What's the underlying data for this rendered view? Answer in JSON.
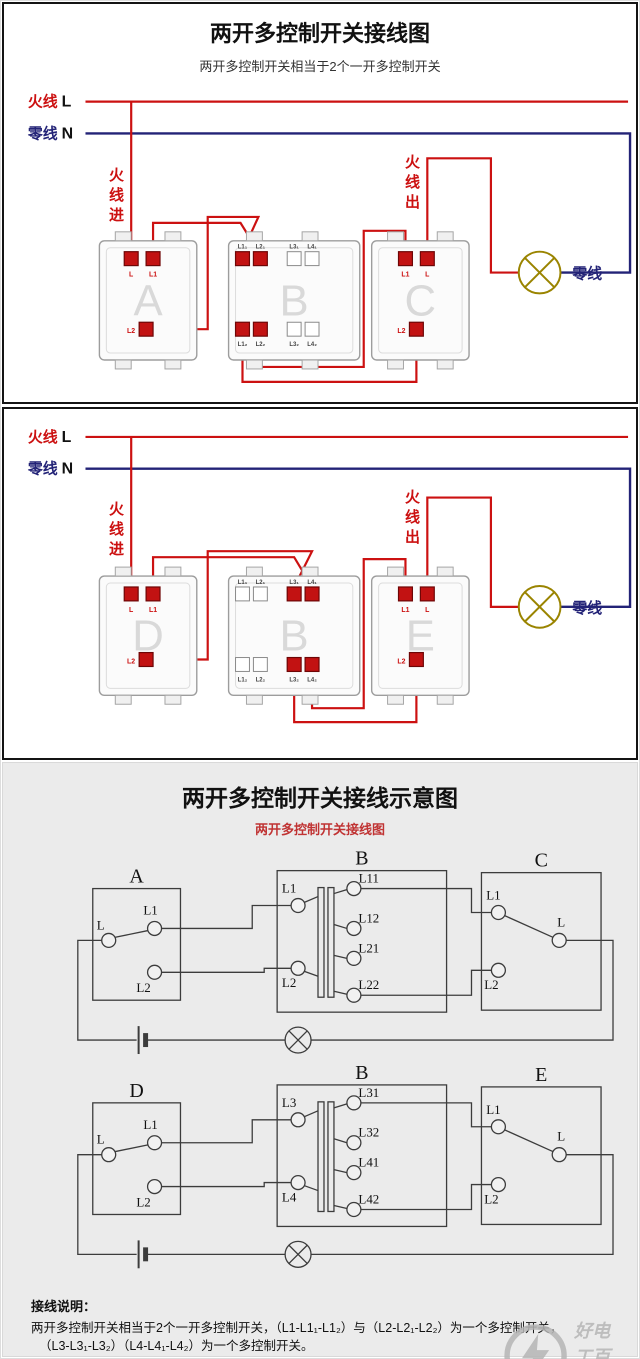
{
  "colors": {
    "live": "#cc1111",
    "neutral": "#232377",
    "lamp_outline": "#9a8400"
  },
  "panel1": {
    "title": "两开多控制开关接线图",
    "subtitle": "两开多控制开关相当于2个一开多控制开关",
    "live": {
      "label": "火线",
      "letter": "L"
    },
    "neutral": {
      "label": "零线",
      "letter": "N"
    },
    "live_in": "火线进",
    "live_out": "火线出",
    "lamp_label": "零线",
    "sw1": {
      "letter": "A",
      "t1": "L",
      "t2": "L1",
      "t3": "L2"
    },
    "sw2": {
      "letter": "B",
      "top": [
        "L1₁",
        "L2₁",
        "L3₁",
        "L4₁"
      ],
      "bottom": [
        "L1₂",
        "L2₂",
        "L3₂",
        "L4₂"
      ]
    },
    "sw3": {
      "letter": "C",
      "t1": "L1",
      "t2": "L",
      "t3": "L2"
    }
  },
  "panel2": {
    "live": {
      "label": "火线",
      "letter": "L"
    },
    "neutral": {
      "label": "零线",
      "letter": "N"
    },
    "live_in": "火线进",
    "live_out": "火线出",
    "lamp_label": "零线",
    "sw1": {
      "letter": "D",
      "t1": "L",
      "t2": "L1",
      "t3": "L2"
    },
    "sw2": {
      "letter": "B",
      "top": [
        "L1₁",
        "L2₁",
        "L3₁",
        "L4₁"
      ],
      "bottom": [
        "L1₂",
        "L2₂",
        "L3₂",
        "L4₂"
      ]
    },
    "sw3": {
      "letter": "E",
      "t1": "L1",
      "t2": "L",
      "t3": "L2"
    }
  },
  "panel3": {
    "title": "两开多控制开关接线示意图",
    "subtitle": "两开多控制开关接线图",
    "d1": {
      "sw1": {
        "name": "A",
        "l": "L",
        "l1": "L1",
        "l2": "L2"
      },
      "sw2": {
        "name": "B",
        "in1": "L1",
        "in2": "L2",
        "out": [
          "L11",
          "L12",
          "L21",
          "L22"
        ]
      },
      "sw3": {
        "name": "C",
        "l1": "L1",
        "l": "L",
        "l2": "L2"
      }
    },
    "d2": {
      "sw1": {
        "name": "D",
        "l": "L",
        "l1": "L1",
        "l2": "L2"
      },
      "sw2": {
        "name": "B",
        "in1": "L3",
        "in2": "L4",
        "out": [
          "L31",
          "L32",
          "L41",
          "L42"
        ]
      },
      "sw3": {
        "name": "E",
        "l1": "L1",
        "l": "L",
        "l2": "L2"
      }
    },
    "note": {
      "title": "接线说明：",
      "line1": "两开多控制开关相当于2个一开多控制开关，（L1-L1₁-L1₂）与（L2-L2₁-L2₂）为一个多控制开关，",
      "line2": "（L3-L3₁-L3₂）（L4-L4₁-L4₂）为一个多控制开关。"
    },
    "watermark": "好电工百科"
  }
}
